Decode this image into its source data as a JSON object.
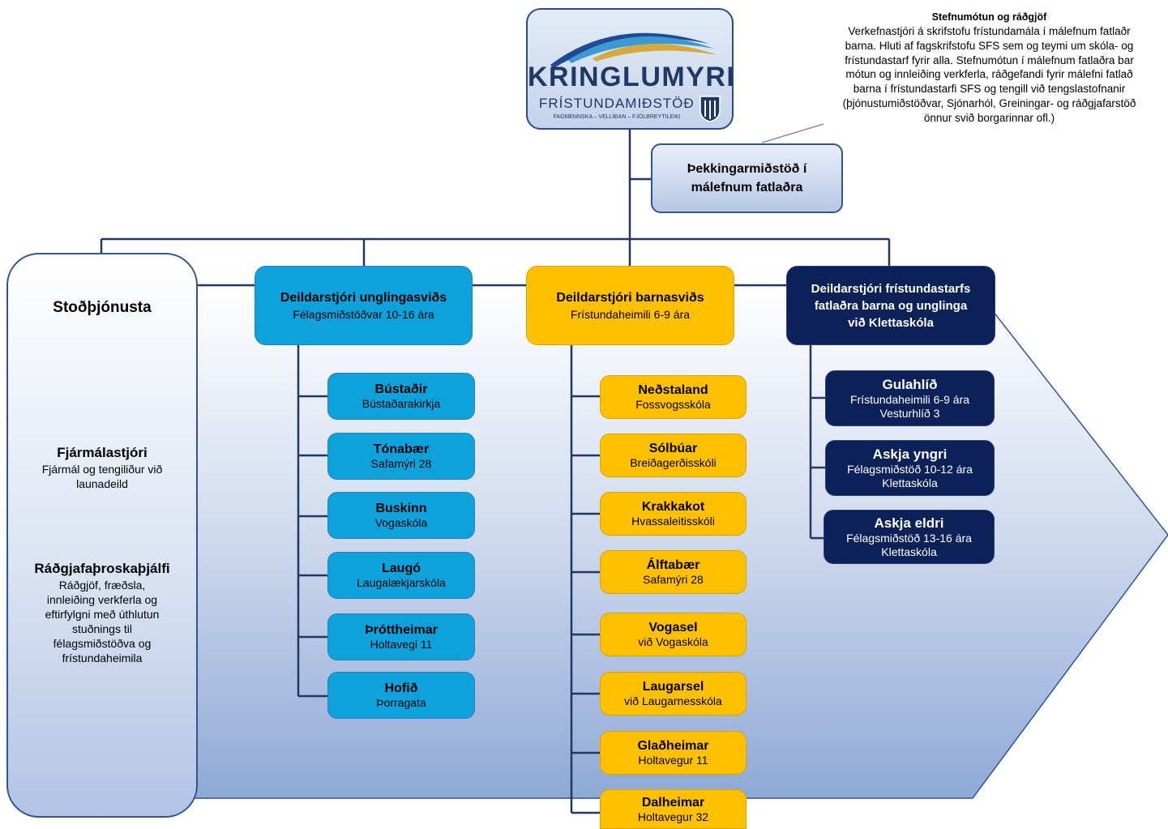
{
  "note": {
    "title": "Stefnumótun og ráðgjöf",
    "lines": [
      "Verkefnastjóri á skrifstofu frístundamála í málefnum fatlaðr",
      "barna. Hluti af fagskrifstofu SFS sem og teymi um skóla- og",
      "frístundastarf fyrir alla. Stefnumótun í málefnum fatlaðra bar",
      "mótun og innleiðing verkferla, ráðgefandi fyrir málefni fatlað",
      "barna í frístundastarfi SFS og tengill við tengslastofnanir",
      "(þjónustumiðstöðvar, Sjónarhól, Greiningar- og ráðgjafarstöð",
      "önnur svið borgarinnar ofl.)"
    ]
  },
  "logo": {
    "name": "KRINGLUMYRI",
    "subtitle": "FRÍSTUNDAMIÐSTÖÐ",
    "tagline": "FAGMENNSKA – VELLÍÐAN – FJÖLBREYTILEIKI"
  },
  "knowledge_center": {
    "line1": "Þekkingarmiðstöð í",
    "line2": "málefnum fatlaðra"
  },
  "support": {
    "title": "Stoðþjónusta",
    "finance": {
      "title": "Fjármálastjóri",
      "lines": [
        "Fjármál og tengiliður við",
        "launadeild"
      ]
    },
    "advisor": {
      "title": "Ráðgjafaþroskaþjálfi",
      "lines": [
        "Ráðgjöf, fræðsla,",
        "innleiðing verkferla og",
        "eftirfylgni með úthlutun",
        "stuðnings til",
        "félagsmiðstöðva og",
        "frístundaheimila"
      ]
    }
  },
  "youth": {
    "head": {
      "title": "Deildarstjóri unglingasviðs",
      "sub": "Félagsmiðstöðvar 10-16 ára"
    },
    "units": [
      {
        "name": "Bústaðir",
        "sub": "Bústaðarakirkja"
      },
      {
        "name": "Tónabær",
        "sub": "Safamýri 28"
      },
      {
        "name": "Buskinn",
        "sub": "Vogaskóla"
      },
      {
        "name": "Laugó",
        "sub": "Laugalækjarskóla"
      },
      {
        "name": "Þróttheimar",
        "sub": "Holtavegi 11"
      },
      {
        "name": "Hofið",
        "sub": "Þorragata"
      }
    ]
  },
  "children": {
    "head": {
      "title": "Deildarstjóri barnasviðs",
      "sub": "Frístundaheimili 6-9 ára"
    },
    "units": [
      {
        "name": "Neðstaland",
        "sub": "Fossvogsskóla"
      },
      {
        "name": "Sólbúar",
        "sub": "Breiðagerðisskóli"
      },
      {
        "name": "Krakkakot",
        "sub": "Hvassaleitisskóli"
      },
      {
        "name": "Álftabær",
        "sub": "Safamýri 28"
      },
      {
        "name": "Vogasel",
        "sub": "við Vogaskóla"
      },
      {
        "name": "Laugarsel",
        "sub": "við Laugarnesskóla"
      },
      {
        "name": "Glaðheimar",
        "sub": "Holtavegur 11"
      },
      {
        "name": "Dalheimar",
        "sub": "Holtavegur 32"
      }
    ]
  },
  "disabled": {
    "head": {
      "line1": "Deildarstjóri frístundastarfs",
      "line2": "fatlaðra barna og unglinga",
      "line3": "við Klettaskóla"
    },
    "units": [
      {
        "name": "Gulahlíð",
        "sub1": "Frístundaheimili 6-9 ára",
        "sub2": "Vesturhlíð 3"
      },
      {
        "name": "Askja yngri",
        "sub1": "Félagsmiðstöð 10-12 ára",
        "sub2": "Klettaskóla"
      },
      {
        "name": "Askja eldri",
        "sub1": "Félagsmiðstöð 13-16 ára",
        "sub2": "Klettaskóla"
      }
    ]
  },
  "colors": {
    "youth": "#0ea2dc",
    "children": "#ffc000",
    "disabled": "#0c2158",
    "lines": "#1f3864"
  }
}
